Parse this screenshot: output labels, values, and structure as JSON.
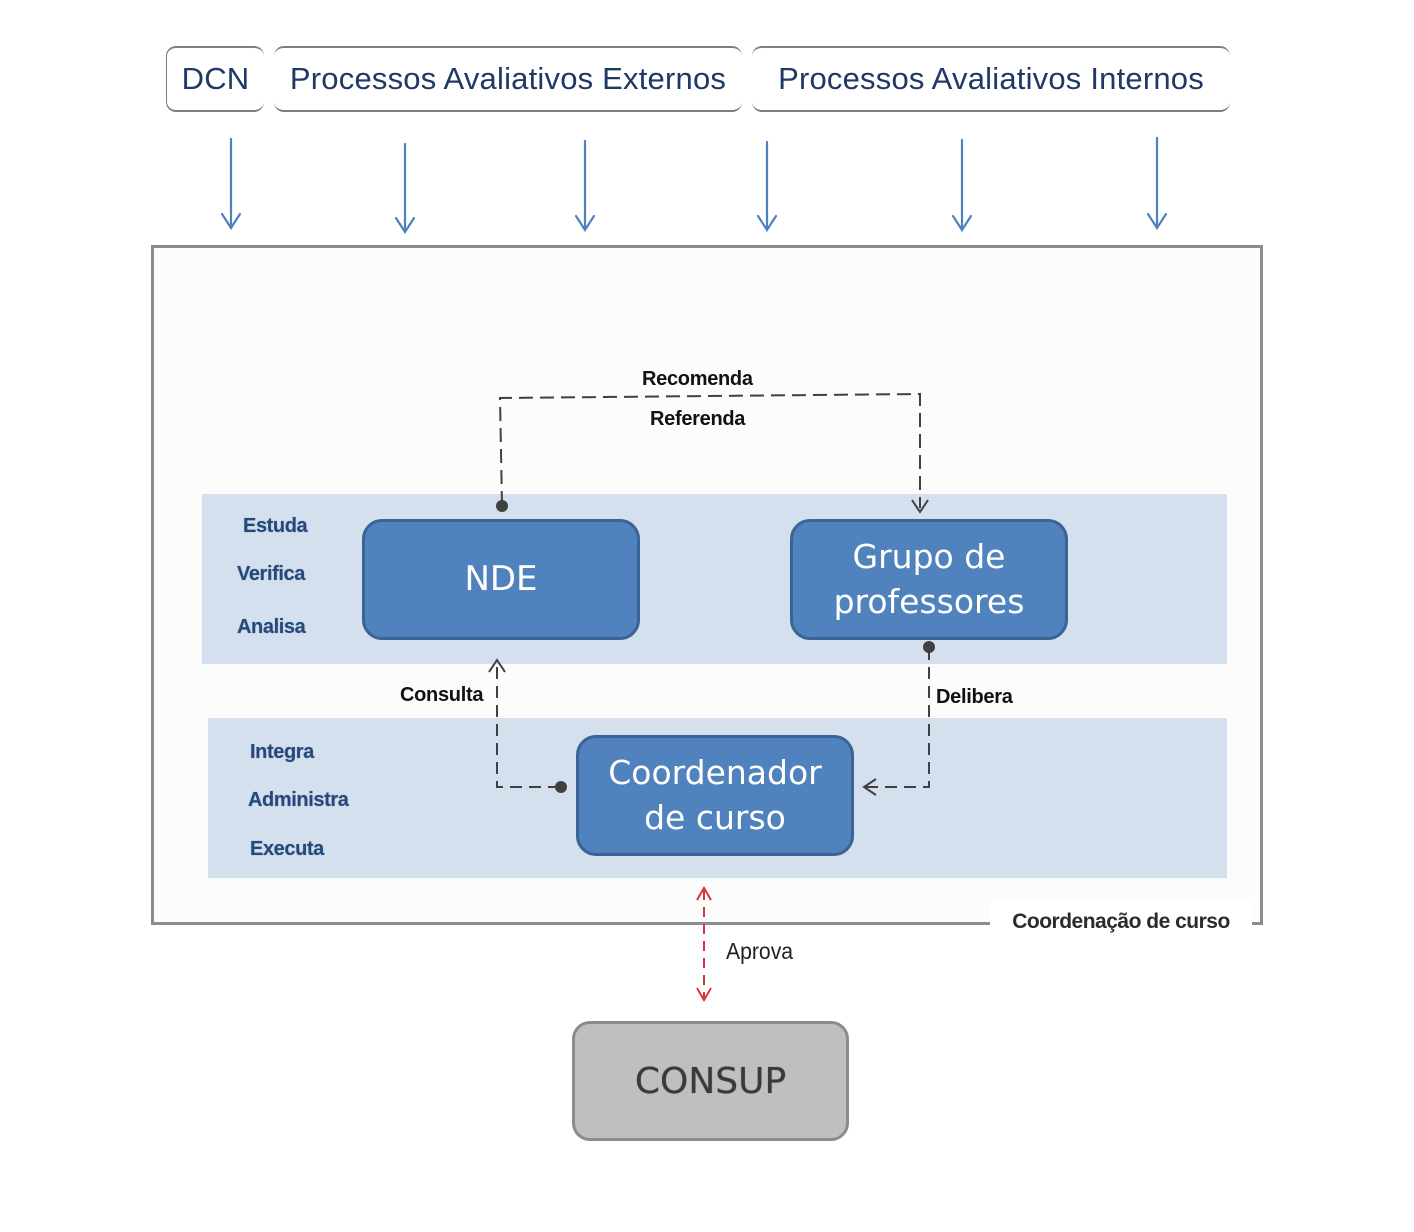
{
  "header": {
    "boxes": [
      {
        "label": "DCN"
      },
      {
        "label": "Processos Avaliativos Externos"
      },
      {
        "label": "Processos Avaliativos Internos"
      }
    ],
    "input_arrow_color": "#4f81bd",
    "input_arrow_count": 6
  },
  "frame": {
    "label": "Coordenação de curso"
  },
  "upper_band": {
    "verbs": [
      "Estuda",
      "Verifica",
      "Analisa"
    ]
  },
  "lower_band": {
    "verbs": [
      "Integra",
      "Administra",
      "Executa"
    ]
  },
  "nodes": {
    "nde": {
      "label": "NDE"
    },
    "grupo": {
      "line1": "Grupo de",
      "line2": "professores"
    },
    "coordenador": {
      "line1": "Coordenador",
      "line2": "de curso"
    },
    "consup": {
      "label": "CONSUP"
    }
  },
  "connectors": {
    "recomenda": "Recomenda",
    "referenda": "Referenda",
    "consulta": "Consulta",
    "delibera": "Delibera",
    "aprova": "Aprova"
  },
  "colors": {
    "node_fill": "#5082bd",
    "node_border": "#3b6496",
    "band_fill": "#d5e0ee",
    "header_text": "#1f3864",
    "dashed_connector": "#404040",
    "approval_connector": "#d9333f",
    "consup_fill": "#bfbfbf"
  }
}
